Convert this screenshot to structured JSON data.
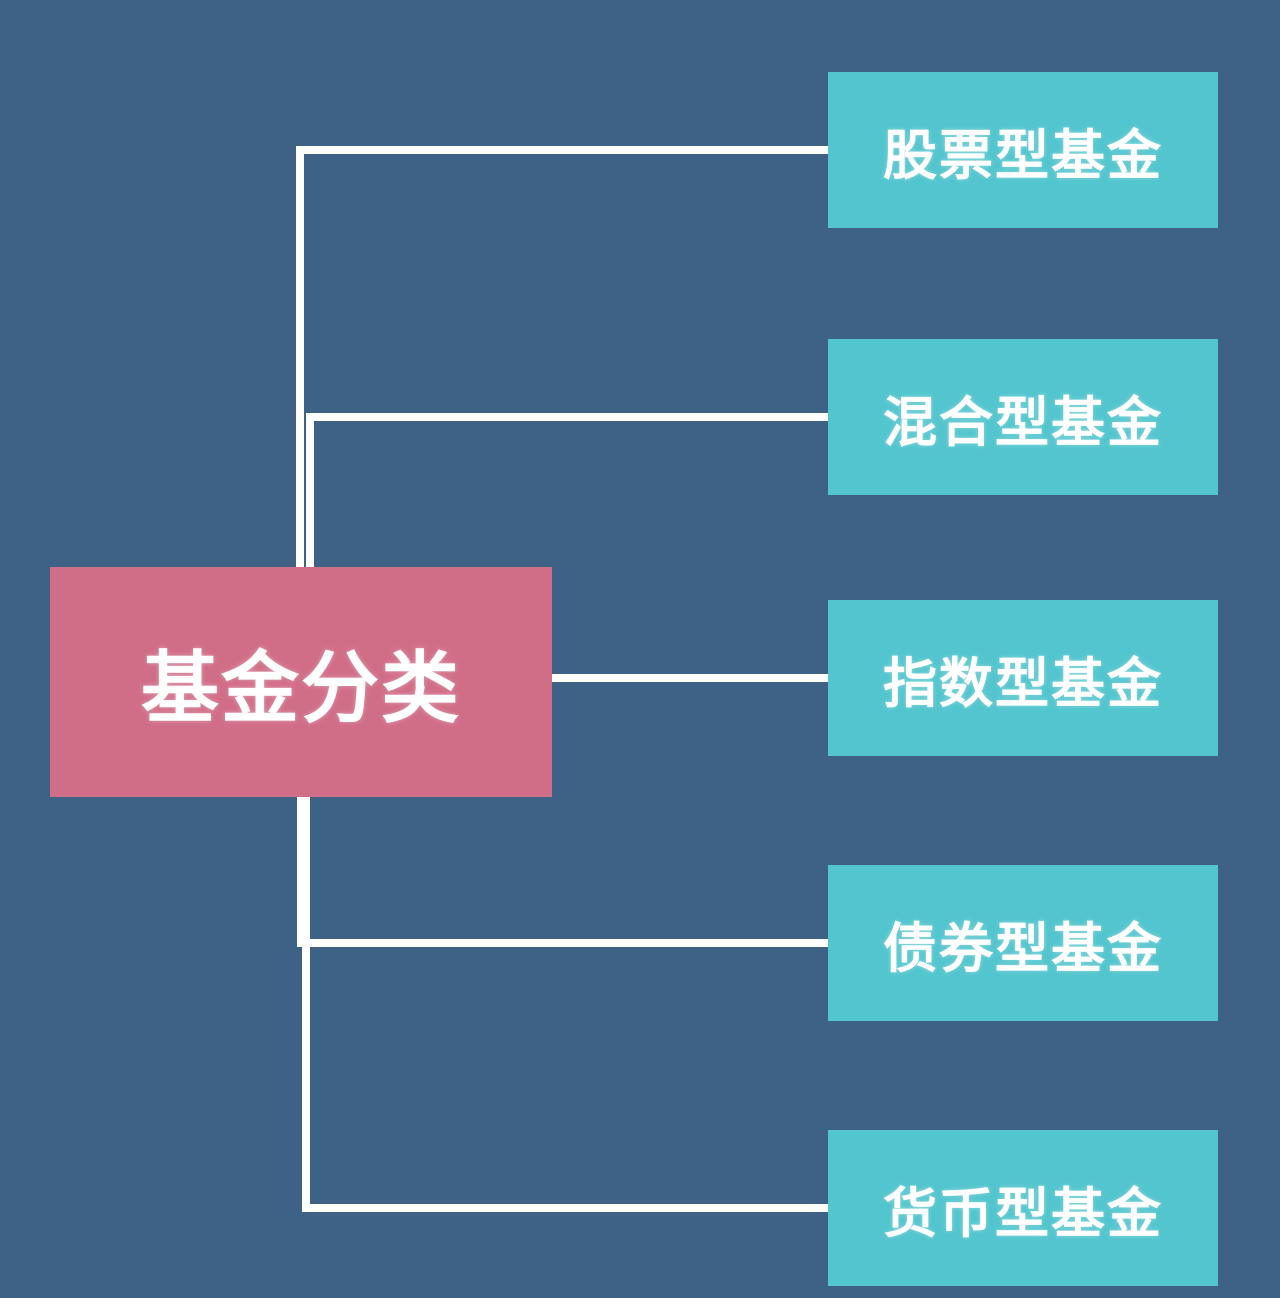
{
  "diagram": {
    "root": {
      "label": "基金分类"
    },
    "children": [
      {
        "label": "股票型基金"
      },
      {
        "label": "混合型基金"
      },
      {
        "label": "指数型基金"
      },
      {
        "label": "债券型基金"
      },
      {
        "label": "货币型基金"
      }
    ],
    "colors": {
      "background": "#3E6186",
      "root_fill": "#D16E87",
      "child_fill": "#52C5CE",
      "connector": "#FFFFFF",
      "text": "#FFFFFF"
    }
  }
}
